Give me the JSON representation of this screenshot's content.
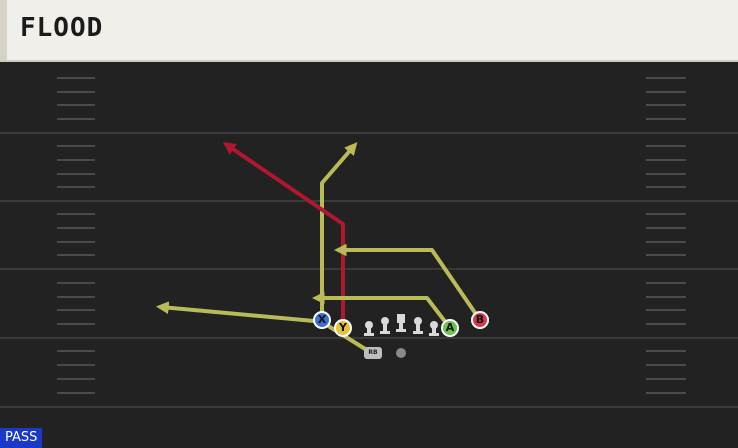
{
  "play": {
    "name": "FLOOD",
    "type_badge": "PASS"
  },
  "receivers": [
    {
      "id": "X",
      "label": "X",
      "color": "#3f6fd1",
      "route_color": "#b9bb57"
    },
    {
      "id": "Y",
      "label": "Y",
      "color": "#e7c23a",
      "route_color": "#b0182f"
    },
    {
      "id": "A",
      "label": "A",
      "color": "#69c54a",
      "route_color": "#b9bb57"
    },
    {
      "id": "B",
      "label": "B",
      "color": "#d9384b",
      "route_color": "#b9bb57"
    }
  ],
  "backfield": {
    "rb_label": "RB"
  },
  "colors": {
    "field": "#222222",
    "yard_line": "#3a3a3a",
    "hash": "#4a4a4a",
    "route_yellow": "#b9bb57",
    "route_red": "#b0182f",
    "badge": "#1a39c8"
  }
}
